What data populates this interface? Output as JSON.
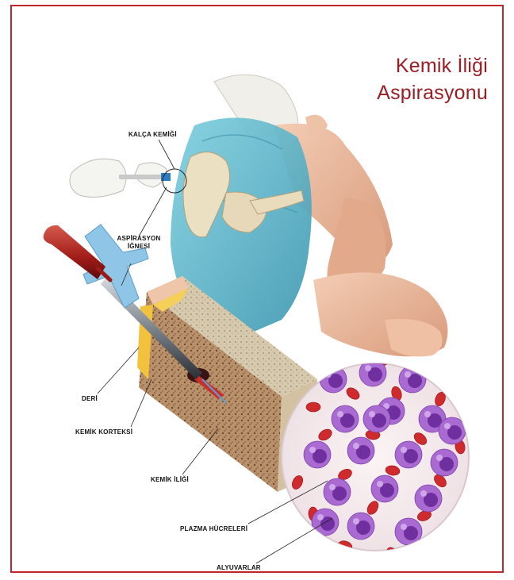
{
  "title": {
    "line1": "Kemik İliği",
    "line2": "Aspirasyonu"
  },
  "labels": {
    "hip_bone": "KALÇA KEMİĞİ",
    "aspiration_needle_line1": "ASPİRASYON",
    "aspiration_needle_line2": "İĞNESİ",
    "skin": "DERİ",
    "bone_cortex": "KEMİK KORTEKSİ",
    "bone_marrow": "KEMİK İLİĞİ",
    "plasma_cells": "PLAZMA HÜCRELERİ",
    "red_blood_cells": "ALYUVARLAR"
  },
  "colors": {
    "frame": "#c0262c",
    "title": "#9c1c24",
    "drape": "#5fb8cf",
    "skin": "#e9b79a",
    "bone": "#e4d6b6",
    "marrow": "#b8906a",
    "fat": "#f2c23c",
    "plasma_cell": "#9b5bc8",
    "rbc": "#d0262c"
  }
}
